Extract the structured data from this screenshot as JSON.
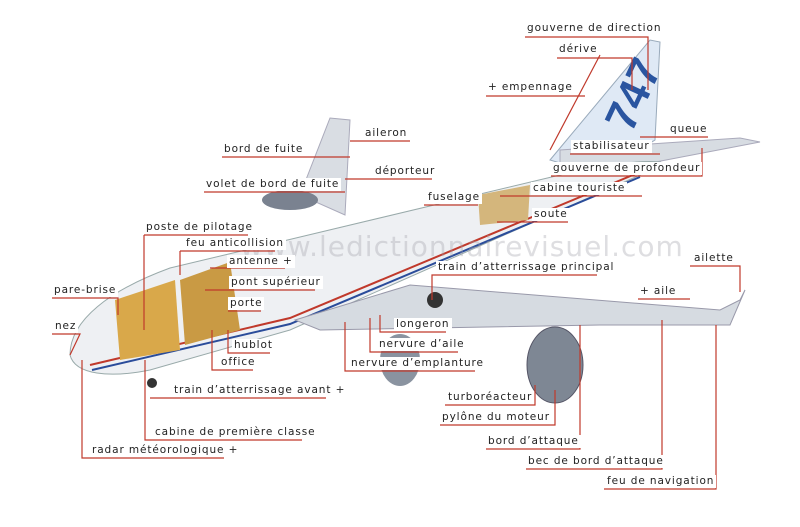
{
  "watermark": "www.ledictionnairevisuel.com",
  "tail_logo": "747",
  "labels": {
    "gouverne_direction": "gouverne de direction",
    "derive": "dérive",
    "empennage": "+ empennage",
    "aileron": "aileron",
    "bord_de_fuite": "bord de fuite",
    "deporteur": "déporteur",
    "volet": "volet de bord de fuite",
    "fuselage": "fuselage",
    "queue": "queue",
    "stabilisateur": "stabilisateur",
    "gouverne_profondeur": "gouverne de profondeur",
    "cabine_touriste": "cabine touriste",
    "soute": "soute",
    "poste_pilotage": "poste de pilotage",
    "feu_anticollision": "feu anticollision",
    "antenne": "antenne +",
    "pont_superieur": "pont supérieur",
    "porte": "porte",
    "hublot": "hublot",
    "office": "office",
    "train_avant": "train d’atterrissage avant +",
    "cabine_premiere": "cabine de première classe",
    "radar": "radar météorologique +",
    "pare_brise": "pare-brise",
    "nez": "nez",
    "train_principal": "train d’atterrissage principal",
    "longeron": "longeron",
    "nervure_aile": "nervure d’aile",
    "nervure_emplanture": "nervure d’emplanture",
    "turboreacteur": "turboréacteur",
    "pylone": "pylône du moteur",
    "bord_attaque": "bord d’attaque",
    "bec": "bec de bord d’attaque",
    "feu_navigation": "feu de navigation",
    "ailette": "ailette",
    "aile": "+ aile"
  }
}
